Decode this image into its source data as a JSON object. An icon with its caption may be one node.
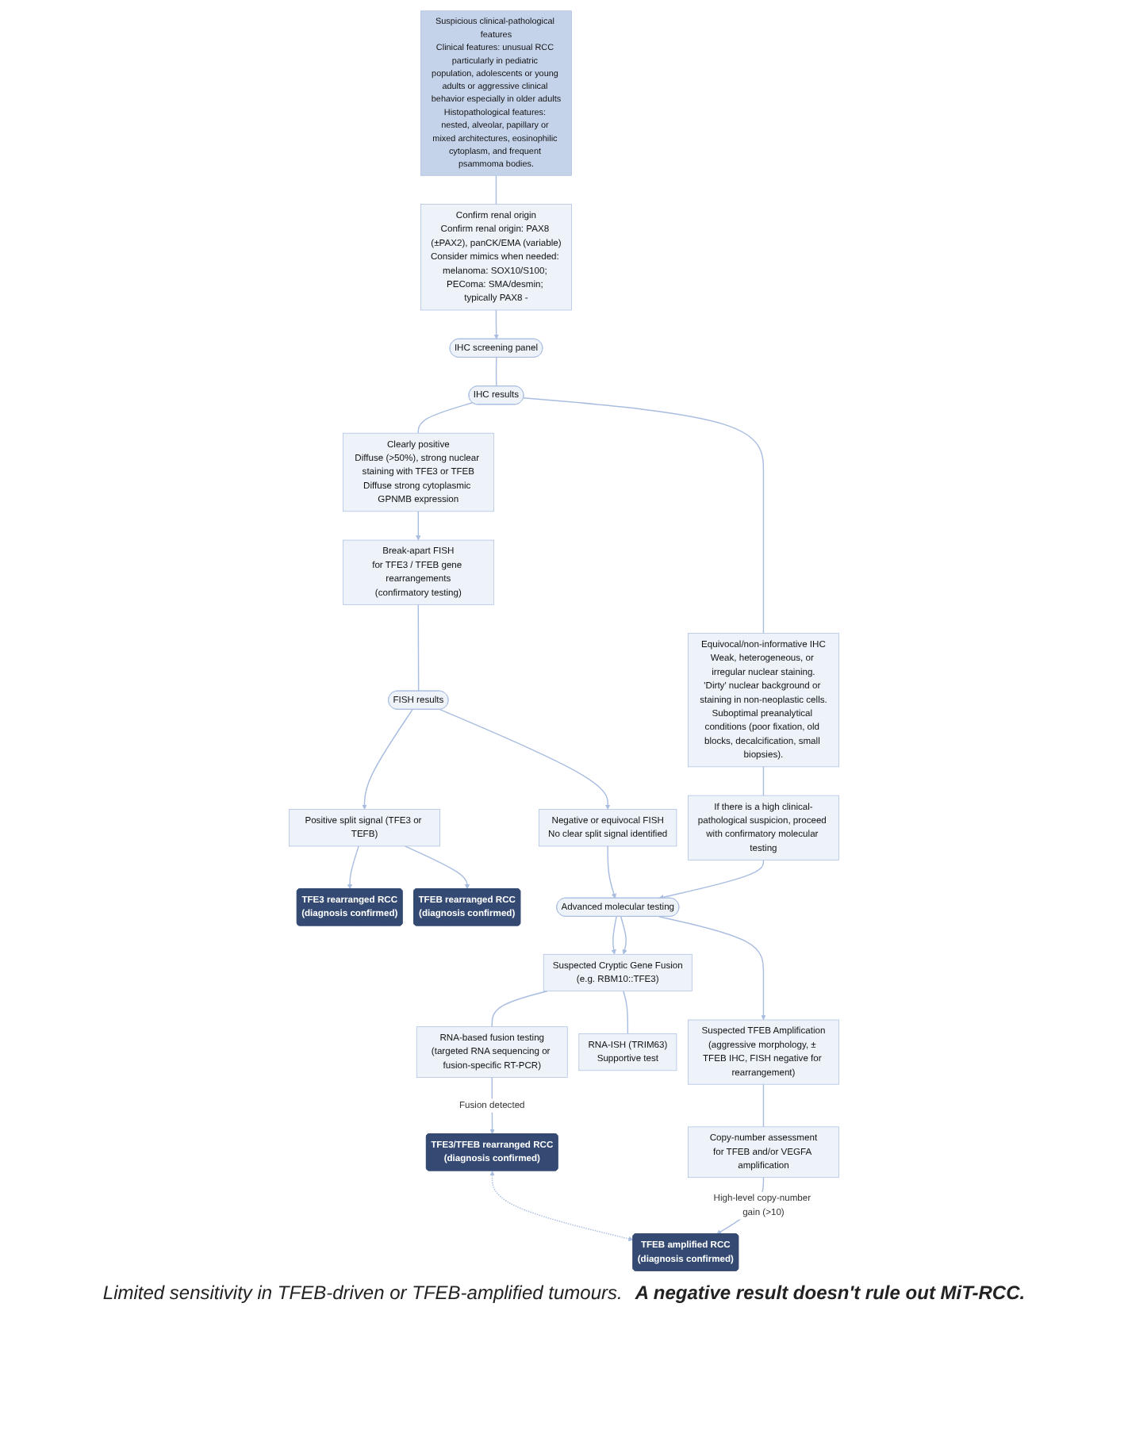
{
  "diagram": {
    "nodes": [
      {
        "text": [
          "Suspicious clinical-pathological features",
          "Clinical features: unusual RCC particularly in pediatric population, adolescents or young adults or aggressive clinical behavior especially in older adults",
          "Histopathological features: nested, alveolar, papillary or mixed architectures, eosinophilic cytoplasm, and frequent psammoma bodies."
        ]
      },
      {
        "text": [
          "Confirm renal origin",
          "Confirm renal origin: PAX8 (±PAX2), panCK/EMA (variable)",
          "Consider mimics when needed: melanoma: SOX10/S100; PEComa: SMA/desmin; typically PAX8 -"
        ]
      },
      {
        "text": [
          "IHC screening panel"
        ]
      },
      {
        "text": [
          "IHC results"
        ]
      },
      {
        "text": [
          "Clearly positive",
          "Diffuse (>50%), strong nuclear staining with TFE3 or TFEB",
          "Diffuse strong cytoplasmic GPNMB expression"
        ]
      },
      {
        "text": [
          "Equivocal/non-informative IHC",
          "Weak, heterogeneous, or irregular nuclear staining.",
          "'Dirty' nuclear background or staining in non-neoplastic cells.",
          "Suboptimal preanalytical conditions (poor fixation, old blocks, decalcification, small biopsies)."
        ]
      },
      {
        "text": [
          "Break-apart FISH",
          "for TFE3 / TFEB gene rearrangements",
          "(confirmatory testing)"
        ]
      },
      {
        "text": [
          "If there is a high clinical-pathological suspicion, proceed with confirmatory molecular testing"
        ]
      },
      {
        "text": [
          "FISH results"
        ]
      },
      {
        "text": [
          "Positive split signal (TFE3 or TEFB)"
        ]
      },
      {
        "text": [
          "Negative or equivocal FISH",
          "No clear split signal identified"
        ]
      },
      {
        "text": [
          "Advanced molecular testing"
        ]
      },
      {
        "text": [
          "Suspected Cryptic Gene Fusion",
          "(e.g. RBM10::TFE3)"
        ]
      },
      {
        "text": [
          "Suspected TFEB Amplification",
          "(aggressive morphology, ± TFEB IHC, FISH negative for rearrangement)"
        ]
      },
      {
        "text": [
          "RNA-based fusion testing",
          "(targeted RNA sequencing or fusion-specific RT-PCR)"
        ]
      },
      {
        "text": [
          "RNA-ISH (TRIM63)",
          "Supportive test"
        ]
      },
      {
        "text": [
          "Copy-number assessment",
          "for TFEB and/or VEGFA amplification"
        ]
      },
      {
        "text": [
          "TFE3 rearranged RCC",
          "(diagnosis confirmed)"
        ]
      },
      {
        "text": [
          "TFEB rearranged RCC",
          "(diagnosis confirmed)"
        ]
      },
      {
        "text": [
          "TFE3/TFEB rearranged RCC",
          "(diagnosis confirmed)"
        ]
      },
      {
        "text": [
          "TFEB amplified RCC",
          "(diagnosis confirmed)"
        ]
      }
    ],
    "edges": [
      {
        "from": 0,
        "to": 1,
        "arrow": "none"
      },
      {
        "from": 1,
        "to": 2,
        "arrow": "to"
      },
      {
        "from": 2,
        "to": 3,
        "arrow": "none"
      },
      {
        "from": 3,
        "to": 4,
        "arrow": "none"
      },
      {
        "from": 3,
        "to": 5,
        "arrow": "none"
      },
      {
        "from": 4,
        "to": 6,
        "arrow": "to"
      },
      {
        "from": 5,
        "to": 7,
        "arrow": "none"
      },
      {
        "from": 6,
        "to": 8,
        "arrow": "none"
      },
      {
        "from": 8,
        "to": 9,
        "arrow": "to"
      },
      {
        "from": 8,
        "to": 10,
        "arrow": "to"
      },
      {
        "from": 10,
        "to": 11,
        "arrow": "to"
      },
      {
        "from": 7,
        "to": 11,
        "arrow": "to"
      },
      {
        "from": 11,
        "to": 12,
        "arrow": "to"
      },
      {
        "from": 11,
        "to": 12,
        "arrow": "to"
      },
      {
        "from": 11,
        "to": 13,
        "arrow": "to"
      },
      {
        "from": 12,
        "to": 14,
        "arrow": "none"
      },
      {
        "from": 12,
        "to": 15,
        "arrow": "none"
      },
      {
        "from": 13,
        "to": 16,
        "arrow": "none"
      },
      {
        "from": 9,
        "to": 17,
        "arrow": "to"
      },
      {
        "from": 9,
        "to": 18,
        "arrow": "to"
      },
      {
        "from": 14,
        "to": 19,
        "arrow": "to",
        "label": "Fusion detected"
      },
      {
        "from": 16,
        "to": 20,
        "arrow": "to",
        "label": "High-level copy-number gain (>10)"
      },
      {
        "from": 19,
        "to": 20,
        "arrow": "both",
        "style": "dashed"
      }
    ],
    "labels": [
      "Limited sensitivity in TFEB-driven or TFEB-amplified tumours.",
      "A negative result doesn't rule out MiT-RCC."
    ]
  }
}
